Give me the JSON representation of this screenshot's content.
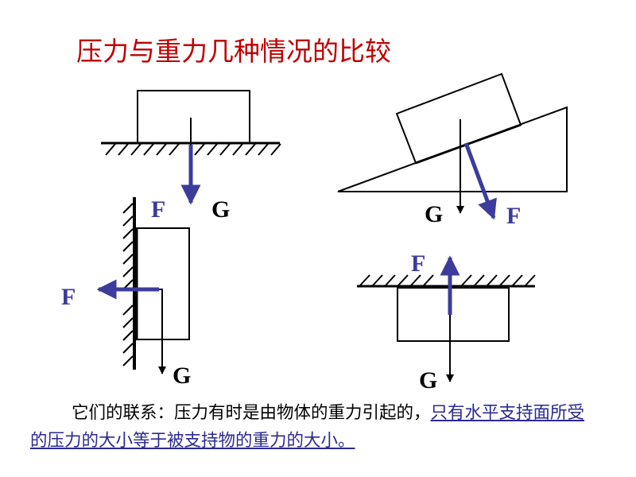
{
  "title": "压力与重力几种情况的比较",
  "labels": {
    "force_pressure": "F",
    "force_gravity": "G"
  },
  "caption": {
    "text_plain": "它们的联系：压力有时是由物体的重力引起的，",
    "text_emphasis": "只有水平支持面所受的压力的大小等于被支持物的重力的大小。"
  },
  "colors": {
    "title": "#c00000",
    "arrow_pressure": "#3c3c9c",
    "label_pressure": "#3c3c9c",
    "label_gravity": "#000000",
    "caption_emphasis": "#2a2a90"
  }
}
